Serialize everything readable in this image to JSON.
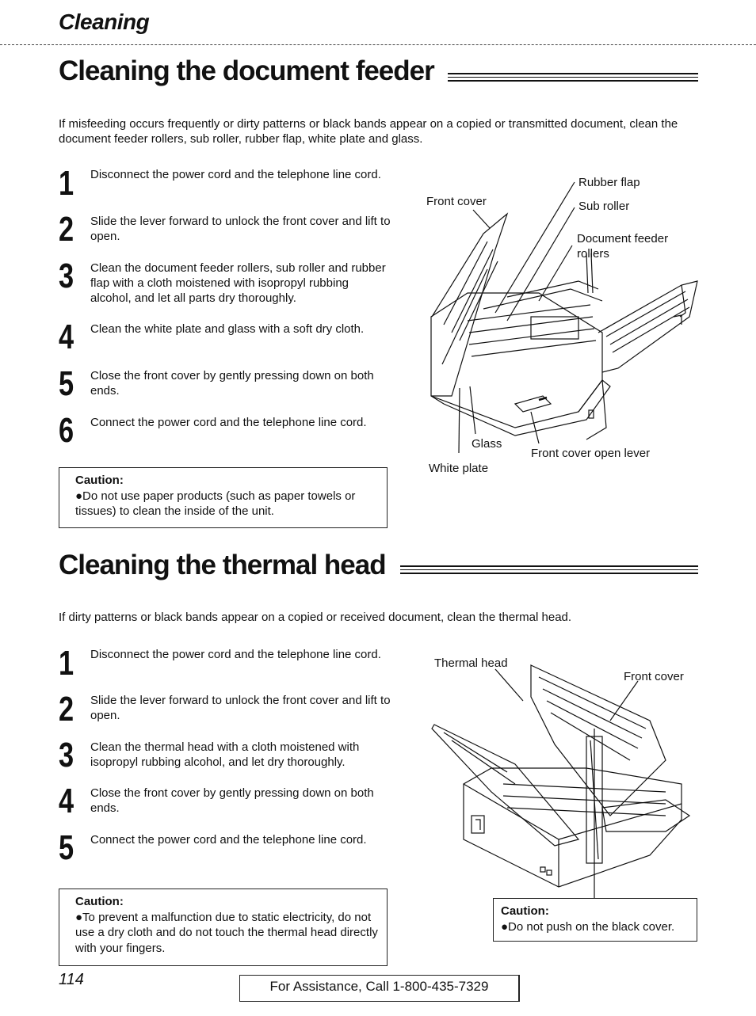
{
  "chapter": "Cleaning",
  "section1": {
    "title": "Cleaning the document feeder",
    "intro": "If misfeeding occurs frequently or dirty patterns or black bands appear on a copied or transmitted document, clean the document feeder rollers, sub roller, rubber flap, white plate and glass.",
    "steps": [
      {
        "num": "1",
        "text": "Disconnect the power cord and the telephone line cord."
      },
      {
        "num": "2",
        "text": "Slide the lever forward to unlock the front cover and lift to open."
      },
      {
        "num": "3",
        "text": "Clean the document feeder rollers, sub roller and rubber flap with a cloth moistened with isopropyl rubbing alcohol, and let all parts dry thoroughly."
      },
      {
        "num": "4",
        "text": "Clean the white plate and glass with a soft dry cloth."
      },
      {
        "num": "5",
        "text": "Close the front cover by gently pressing down on both ends."
      },
      {
        "num": "6",
        "text": "Connect the power cord and the telephone line cord."
      }
    ],
    "caution_title": "Caution:",
    "caution_text": "●Do not use paper products (such as paper towels or tissues) to clean the inside of the unit.",
    "figure_labels": {
      "front_cover": "Front cover",
      "rubber_flap": "Rubber flap",
      "sub_roller": "Sub roller",
      "document_feeder_rollers": "Document feeder rollers",
      "glass": "Glass",
      "white_plate": "White plate",
      "front_cover_open_lever": "Front cover open lever"
    }
  },
  "section2": {
    "title": "Cleaning the thermal head",
    "intro": "If dirty patterns or black bands appear on a copied or received document, clean the thermal head.",
    "steps": [
      {
        "num": "1",
        "text": "Disconnect the power cord and the telephone line cord."
      },
      {
        "num": "2",
        "text": "Slide the lever forward to unlock the front cover and lift to open."
      },
      {
        "num": "3",
        "text": "Clean the thermal head with a cloth moistened with isopropyl rubbing alcohol, and let dry thoroughly."
      },
      {
        "num": "4",
        "text": "Close the front cover by gently pressing down on both ends."
      },
      {
        "num": "5",
        "text": "Connect the power cord and the telephone line cord."
      }
    ],
    "caution_title": "Caution:",
    "caution_text": "●To prevent a malfunction due to static electricity, do not use a dry cloth and do not touch the thermal head directly with your fingers.",
    "figure_labels": {
      "thermal_head": "Thermal head",
      "front_cover": "Front cover"
    },
    "figure_caution_title": "Caution:",
    "figure_caution_text": "●Do not push on the black cover."
  },
  "footer": {
    "page_number": "114",
    "assistance": "For Assistance, Call 1-800-435-7329"
  }
}
